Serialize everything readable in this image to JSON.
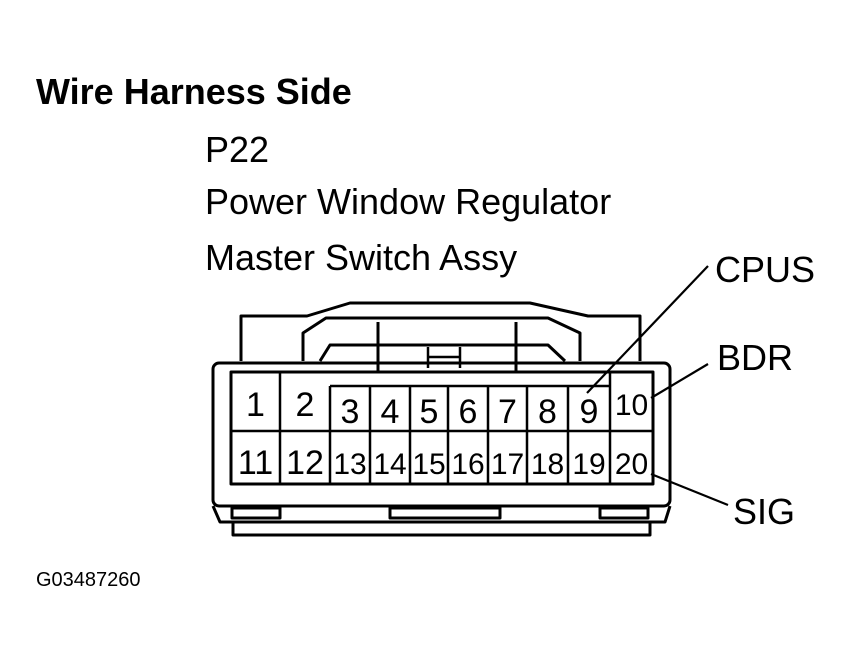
{
  "heading": "Wire Harness Side",
  "connector": {
    "id": "P22",
    "name_line1": "Power Window Regulator",
    "name_line2": "Master Switch Assy",
    "pins_row1": [
      "1",
      "2",
      "3",
      "4",
      "5",
      "6",
      "7",
      "8",
      "9",
      "10"
    ],
    "pins_row2": [
      "11",
      "12",
      "13",
      "14",
      "15",
      "16",
      "17",
      "18",
      "19",
      "20"
    ]
  },
  "callouts": {
    "cpus": "CPUS",
    "bdr": "BDR",
    "sig": "SIG"
  },
  "figure_code": "G03487260"
}
